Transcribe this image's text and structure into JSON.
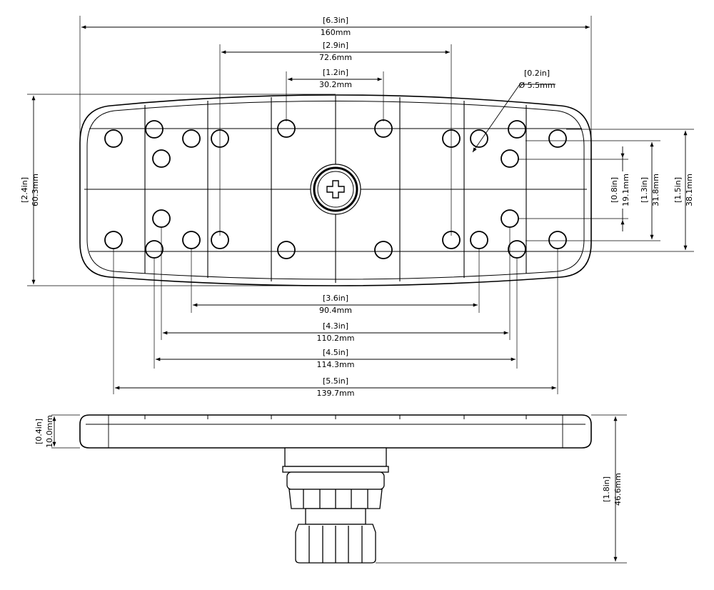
{
  "dimensions": {
    "overall_width": {
      "inch": "[6.3in]",
      "mm": "160mm"
    },
    "rib_spacing_outer": {
      "inch": "[2.9in]",
      "mm": "72.6mm"
    },
    "rib_spacing_inner": {
      "inch": "[1.2in]",
      "mm": "30.2mm"
    },
    "hole_diameter": {
      "inch": "[0.2in]",
      "mm": "Ø 5.5mm"
    },
    "overall_height": {
      "inch": "[2.4in]",
      "mm": "60.3mm"
    },
    "hole_spacing_v_inner": {
      "inch": "[0.8in]",
      "mm": "19.1mm"
    },
    "hole_spacing_v_mid": {
      "inch": "[1.3in]",
      "mm": "31.8mm"
    },
    "hole_spacing_v_outer": {
      "inch": "[1.5in]",
      "mm": "38.1mm"
    },
    "hole_spacing_h_1": {
      "inch": "[3.6in]",
      "mm": "90.4mm"
    },
    "hole_spacing_h_2": {
      "inch": "[4.3in]",
      "mm": "110.2mm"
    },
    "hole_spacing_h_3": {
      "inch": "[4.5in]",
      "mm": "114.3mm"
    },
    "hole_spacing_h_4": {
      "inch": "[5.5in]",
      "mm": "139.7mm"
    },
    "plate_thickness": {
      "inch": "[0.4in]",
      "mm": "10.0mm"
    },
    "total_height": {
      "inch": "[1.8in]",
      "mm": "46.6mm"
    }
  }
}
